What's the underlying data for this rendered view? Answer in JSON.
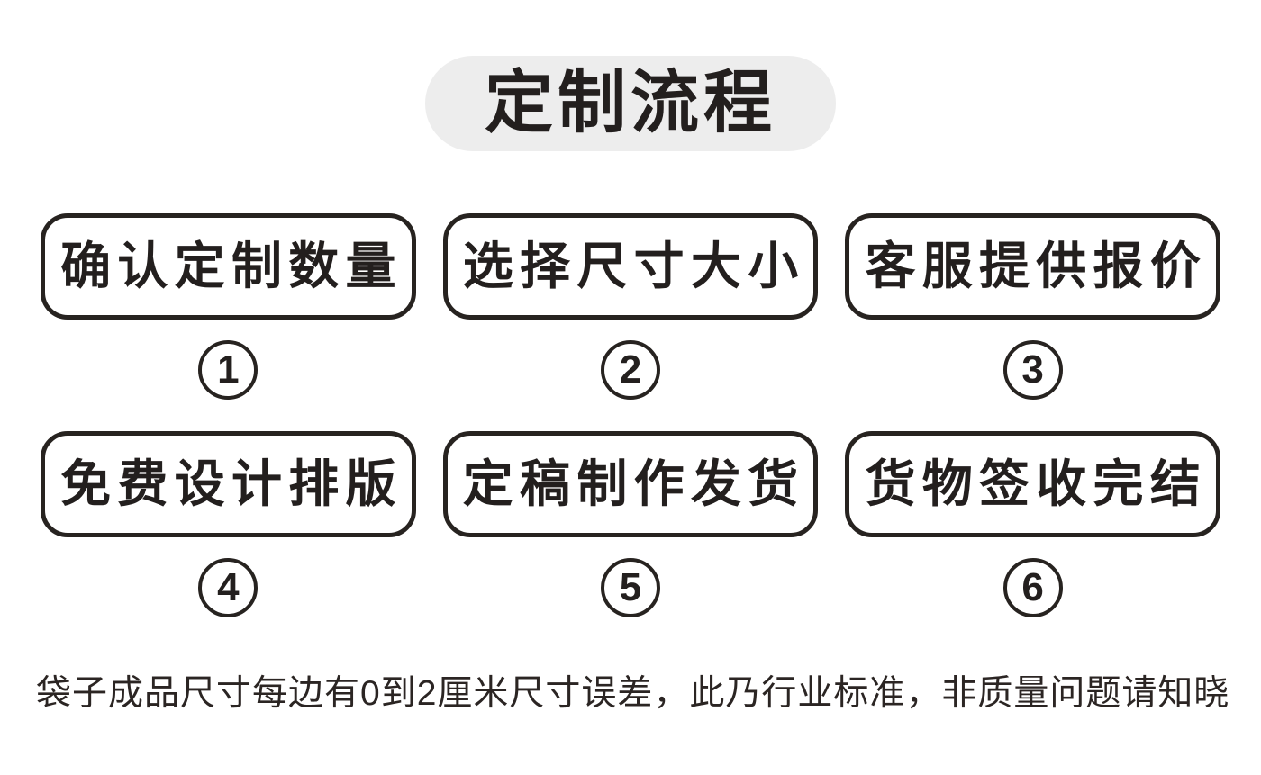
{
  "title": {
    "text": "定制流程"
  },
  "steps": [
    {
      "label": "确认定制数量",
      "number": "1"
    },
    {
      "label": "选择尺寸大小",
      "number": "2"
    },
    {
      "label": "客服提供报价",
      "number": "3"
    },
    {
      "label": "免费设计排版",
      "number": "4"
    },
    {
      "label": "定稿制作发货",
      "number": "5"
    },
    {
      "label": "货物签收完结",
      "number": "6"
    }
  ],
  "footnote": {
    "text": "袋子成品尺寸每边有0到2厘米尺寸误差，此乃行业标准，非质量问题请知晓"
  },
  "colors": {
    "background": "#ffffff",
    "text": "#231f1e",
    "box_border": "#272320",
    "title_pill_background": "#ededed"
  }
}
